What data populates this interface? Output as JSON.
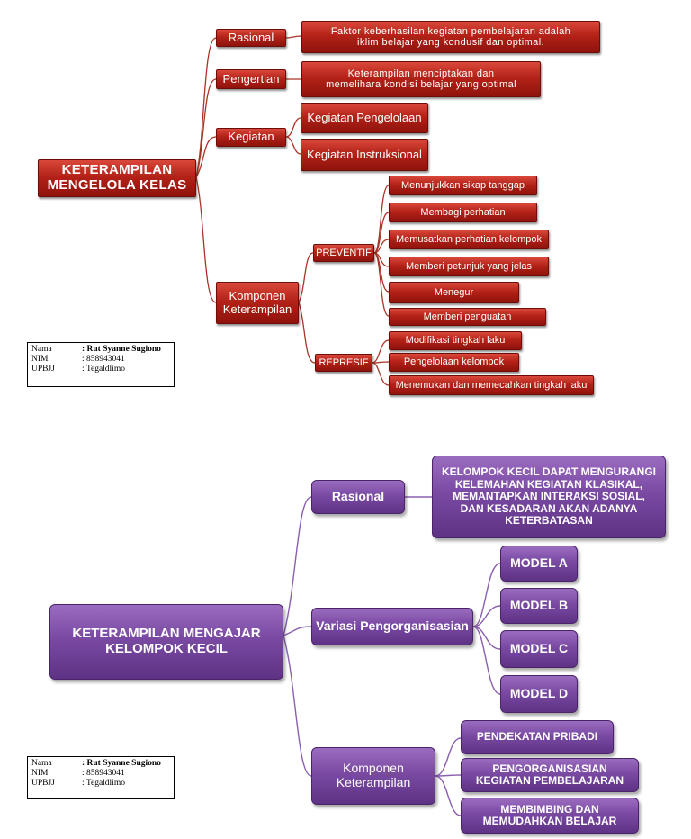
{
  "diagram1": {
    "root": "KETERAMPILAN\nMENGELOLA KELAS",
    "rasional": "Rasional",
    "rasional_text": "Faktor keberhasilan kegiatan pembelajaran adalah\niklim belajar yang kondusif dan optimal.",
    "pengertian": "Pengertian",
    "pengertian_text": "Keterampilan menciptakan dan\nmemelihara kondisi belajar yang optimal",
    "kegiatan": "Kegiatan",
    "kegiatan_items": [
      "Kegiatan Pengelolaan",
      "Kegiatan Instruksional"
    ],
    "komponen": "Komponen\nKeterampilan",
    "preventif": "PREVENTIF",
    "preventif_items": [
      "Menunjukkan sikap tanggap",
      "Membagi perhatian",
      "Memusatkan perhatian  kelompok",
      "Memberi petunjuk yang jelas",
      "Menegur",
      "Memberi penguatan"
    ],
    "represif": "REPRESIF",
    "represif_items": [
      "Modifikasi tingkah laku",
      "Pengelolaan kelompok",
      "Menemukan dan memecahkan tingkah laku"
    ]
  },
  "diagram2": {
    "root": "KETERAMPILAN MENGAJAR\nKELOMPOK KECIL",
    "rasional": "Rasional",
    "rasional_text": "KELOMPOK KECIL DAPAT MENGURANGI\nKELEMAHAN KEGIATAN KLASIKAL,\nMEMANTAPKAN INTERAKSI SOSIAL,\nDAN KESADARAN AKAN ADANYA\nKETERBATASAN",
    "variasi": "Variasi Pengorganisasian",
    "models": [
      "MODEL A",
      "MODEL B",
      "MODEL C",
      "MODEL D"
    ],
    "komponen": "Komponen\nKeterampilan",
    "komponen_items": [
      "PENDEKATAN PRIBADI",
      "PENGORGANISASIAN\nKEGIATAN PEMBELAJARAN",
      "MEMBIMBING DAN\nMEMUDAHKAN BELAJAR"
    ]
  },
  "info": {
    "nama_label": "Nama",
    "nama_value": ": Rut Syanne Sugiono",
    "nim_label": "NIM",
    "nim_value": ": 858943041",
    "upbjj_label": "UPBJJ",
    "upbjj_value": ": Tegaldlimo"
  },
  "colors": {
    "red": "#b42218",
    "purple": "#7a4aa3",
    "red_line": "#a93428",
    "purple_line": "#8a5fb0"
  }
}
